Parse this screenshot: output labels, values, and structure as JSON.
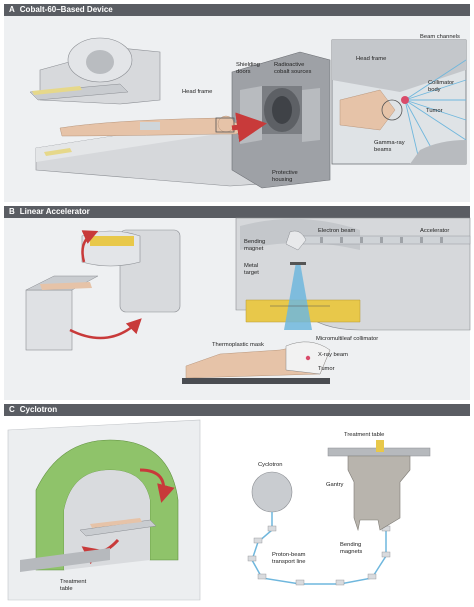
{
  "panels": {
    "a": {
      "letter": "A",
      "title": "Cobalt-60–Based Device",
      "labels": {
        "shielding_doors": [
          "Shielding",
          "doors"
        ],
        "radioactive_sources": [
          "Radioactive",
          "cobalt sources"
        ],
        "head_frame_main": "Head frame",
        "protective_housing": [
          "Protective",
          "housing"
        ],
        "beam_channels": "Beam channels",
        "head_frame_inset": "Head frame",
        "collimator_body": [
          "Collimator",
          "body"
        ],
        "tumor": "Tumor",
        "gamma_ray_beams": [
          "Gamma-ray",
          "beams"
        ]
      }
    },
    "b": {
      "letter": "B",
      "title": "Linear Accelerator",
      "labels": {
        "bending_magnet": [
          "Bending",
          "magnet"
        ],
        "electron_beam": "Electron beam",
        "accelerator": "Accelerator",
        "metal_target": [
          "Metal",
          "target"
        ],
        "micromultileaf_collimator": "Micromultileaf collimator",
        "thermoplastic_mask": "Thermoplastic mask",
        "xray_beam": "X-ray beam",
        "tumor": "Tumor"
      }
    },
    "c": {
      "letter": "C",
      "title": "Cyclotron",
      "labels": {
        "treatment_table_left": [
          "Treatment",
          "table"
        ],
        "cyclotron": "Cyclotron",
        "proton_beam_line": [
          "Proton-beam",
          "transport line"
        ],
        "bending_magnets": [
          "Bending",
          "magnets"
        ],
        "treatment_table_right": "Treatment table",
        "gantry": "Gantry"
      }
    }
  },
  "colors": {
    "header_bg": "#5a5d63",
    "panel_bg": "#e8ebee",
    "machine_gray": "#c9ccd0",
    "beam_blue": "#6fb7dd",
    "collimator_yellow": "#e8c84a",
    "gantry_green": "#8fc36a",
    "arrow_red": "#c83a3a",
    "skin": "#e6c3a8"
  }
}
